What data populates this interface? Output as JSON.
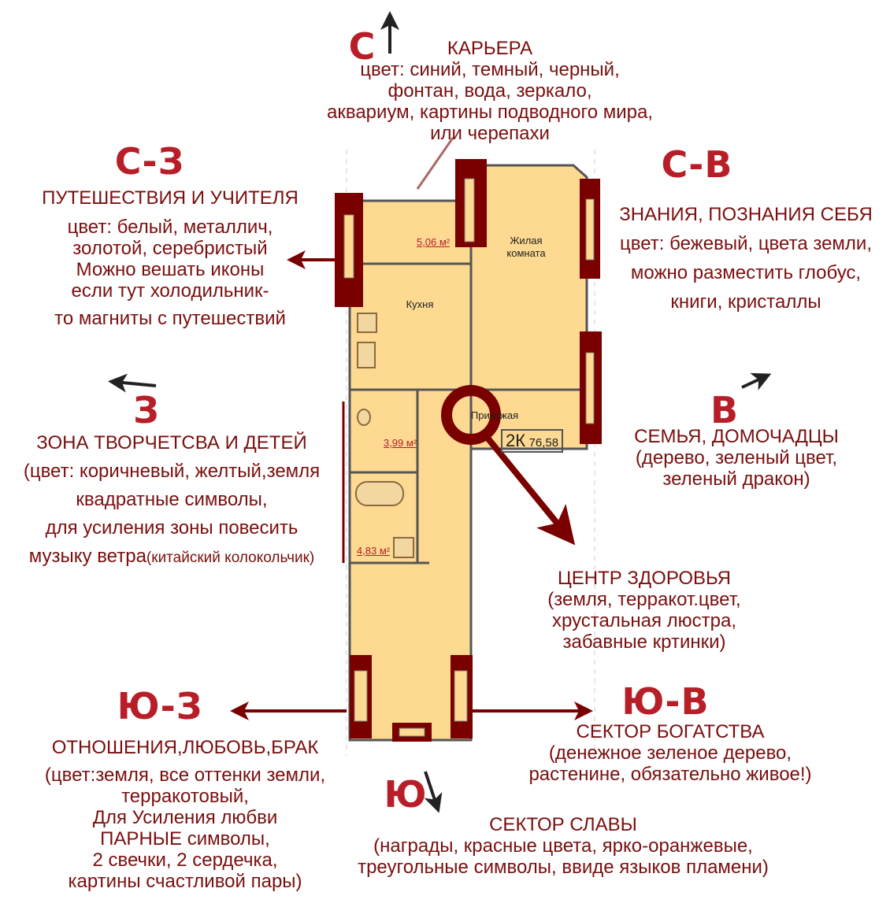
{
  "plan": {
    "rooms": {
      "living": [
        "Жилая",
        "комната"
      ],
      "kitchen": "Кухня",
      "hall": "Прихожая",
      "balcony_area": "5,06 м²",
      "wc_area": "3,99 м²",
      "bath_area": "4,83 м²",
      "apt_type": "2К",
      "apt_area": "76,58"
    }
  },
  "colors": {
    "accent": "#7a0000",
    "heading": "#b81e28",
    "floor": "#fdd991"
  },
  "sectors": {
    "n": {
      "dir": "С",
      "lines": [
        "КАРЬЕРА",
        "цвет: синий, темный, черный,",
        "фонтан, вода, зеркало,",
        "аквариум, картины подводного мира,",
        "или черепахи"
      ]
    },
    "nw": {
      "dir": "С-З",
      "title": "ПУТЕШЕСТВИЯ И УЧИТЕЛЯ",
      "lines": [
        "цвет: белый, металлич,",
        "золотой, серебристый",
        "Можно вешать иконы",
        "если тут холодильник-",
        "то магниты с путешествий"
      ]
    },
    "ne": {
      "dir": "С-В",
      "lines": [
        "ЗНАНИЯ, ПОЗНАНИЯ СЕБЯ",
        "цвет: бежевый, цвета земли,",
        "можно разместить глобус,",
        "книги, кристаллы"
      ]
    },
    "w": {
      "dir": "З",
      "lines": [
        "ЗОНА ТВОРЧЕТСВА И ДЕТЕЙ",
        "(цвет: коричневый, желтый,земля",
        "квадратные символы,",
        "для усиления зоны повесить"
      ],
      "last_main": "музыку ветра",
      "last_small": "(китайский колокольчик)"
    },
    "e": {
      "dir": "В",
      "lines": [
        "СЕМЬЯ, ДОМОЧАДЦЫ",
        "(дерево, зеленый цвет,",
        "зеленый дракон)"
      ]
    },
    "center": {
      "lines": [
        "ЦЕНТР ЗДОРОВЬЯ",
        "(земля, терракот.цвет,",
        "хрустальная люстра,",
        "забавные кртинки)"
      ]
    },
    "sw": {
      "dir": "Ю-З",
      "lines": [
        "ОТНОШЕНИЯ,ЛЮБОВЬ,БРАК",
        "(цвет:земля, все оттенки земли,",
        "терракотовый,",
        "Для Усиления любви",
        "ПАРНЫЕ символы,",
        "2 свечки, 2 сердечка,",
        "картины счастливой пары)"
      ]
    },
    "se": {
      "dir": "Ю-В",
      "lines": [
        "СЕКТОР БОГАТСТВА",
        "(денежное зеленое дерево,",
        "растенине, обязательно живое!)"
      ]
    },
    "s": {
      "dir": "Ю",
      "lines": [
        "СЕКТОР СЛАВЫ",
        "(награды, красные цвета, ярко-оранжевые,",
        "треугольные символы, ввиде языков пламени)"
      ]
    }
  }
}
